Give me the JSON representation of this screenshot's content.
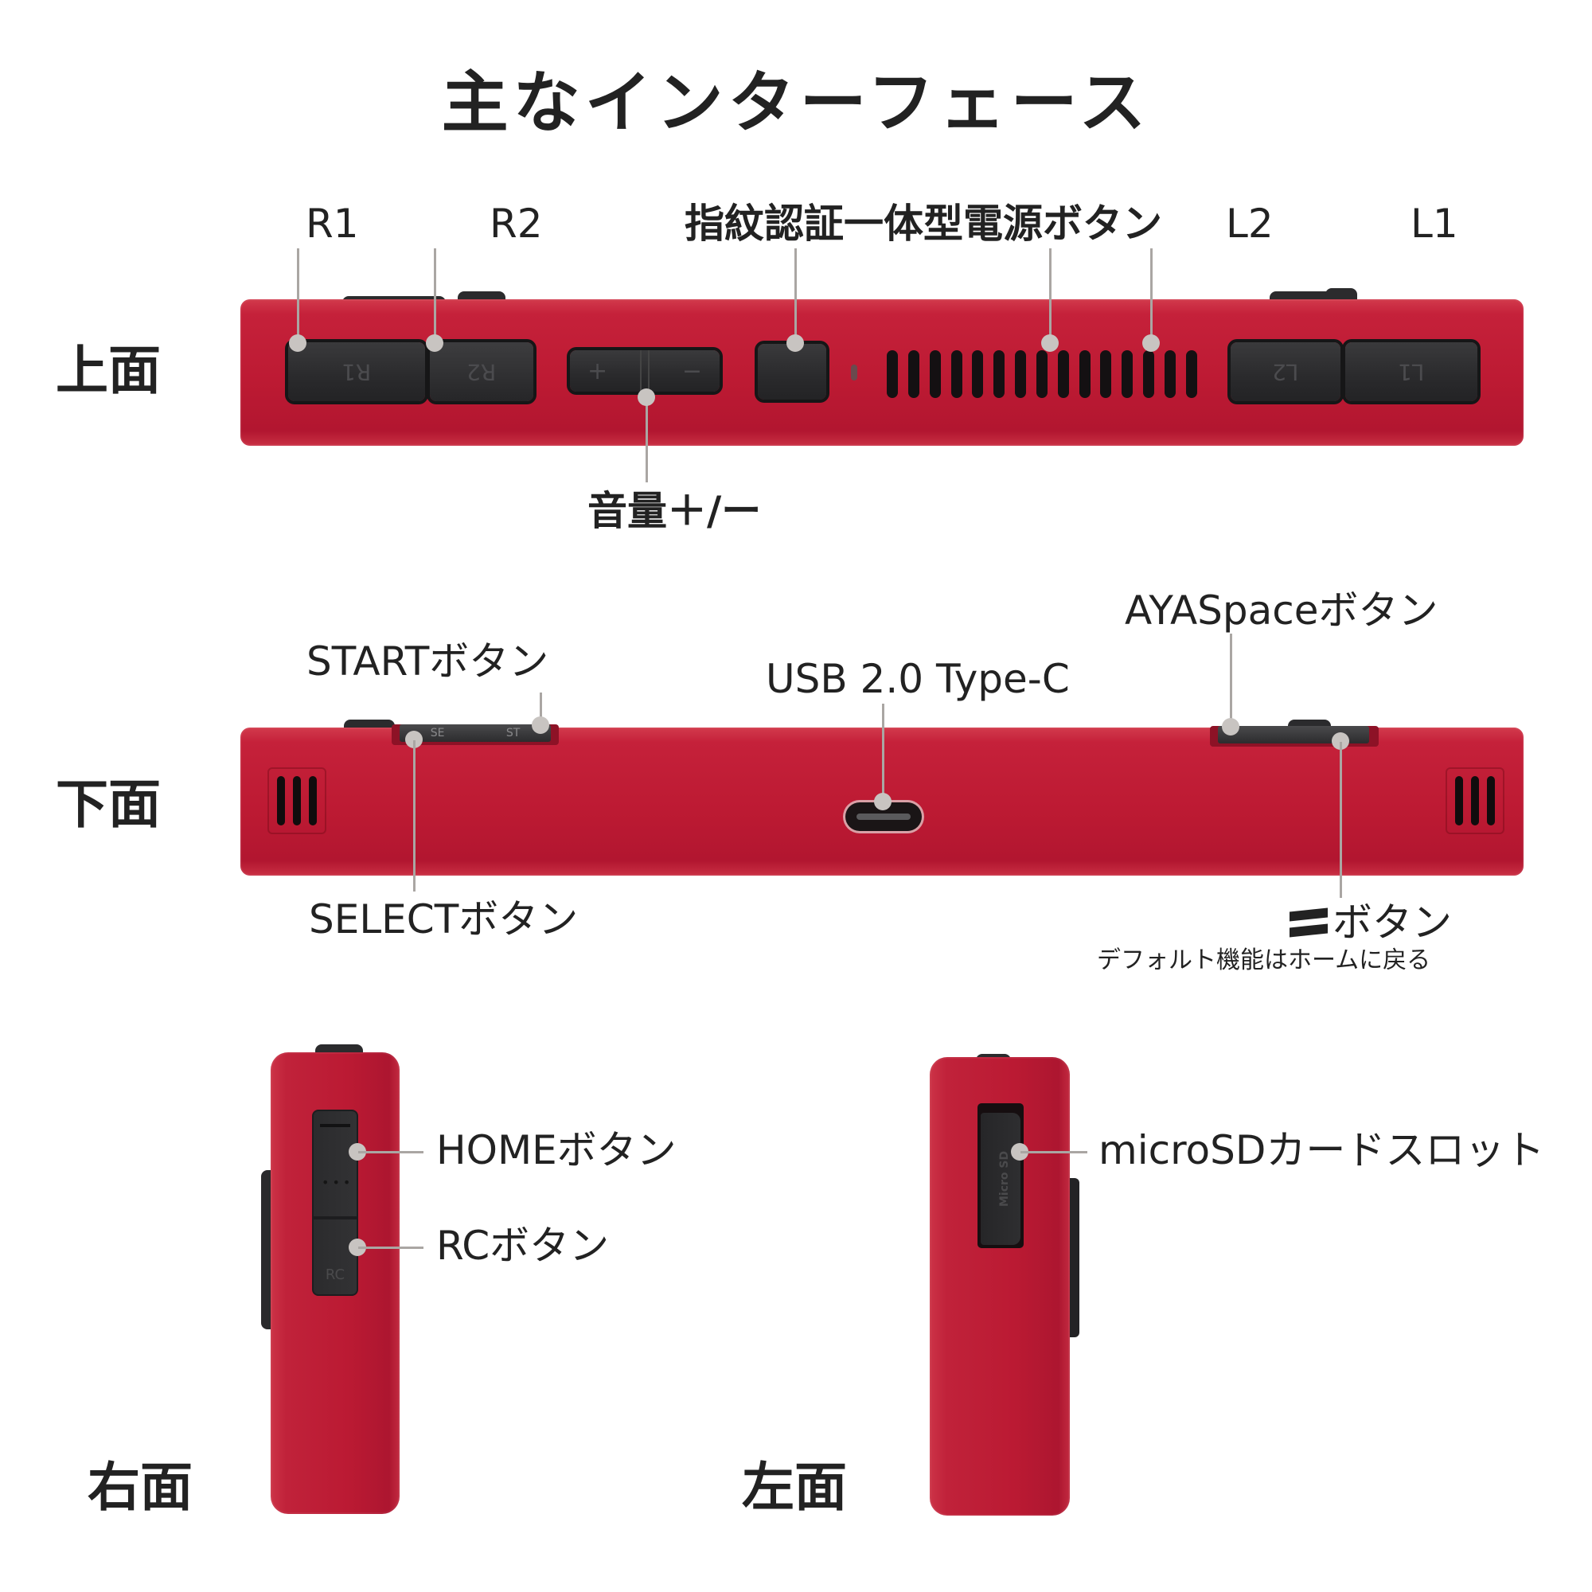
{
  "title": "主なインターフェース",
  "colors": {
    "body_red": "#bd1a33",
    "button_dark": "#2a2a2c",
    "leader_gray": "#aaa6a3",
    "text": "#222222"
  },
  "top_view": {
    "side_label": "上面",
    "labels": {
      "r1": "R1",
      "r2": "R2",
      "power": "指紋認証一体型電源ボタン",
      "l2": "L2",
      "l1": "L1",
      "volume": "音量＋/ー"
    },
    "button_marks": {
      "r1": "R1",
      "r2": "R2",
      "vol_plus": "+",
      "vol_minus": "−",
      "l2": "L2",
      "l1": "L1"
    },
    "vent_slots": 15
  },
  "bottom_view": {
    "side_label": "下面",
    "labels": {
      "start": "STARTボタン",
      "select": "SELECTボタン",
      "usb": "USB 2.0 Type-C",
      "ayaspace": "AYASpaceボタン",
      "menu": "ボタン",
      "menu_note": "デフォルト機能はホームに戻る"
    },
    "button_marks": {
      "se": "SE",
      "st": "ST"
    }
  },
  "right_view": {
    "side_label": "右面",
    "labels": {
      "home": "HOMEボタン",
      "rc": "RCボタン"
    },
    "button_marks": {
      "rc": "RC"
    }
  },
  "left_view": {
    "side_label": "左面",
    "labels": {
      "microsd": "microSDカードスロット"
    },
    "button_marks": {
      "microsd": "Micro SD"
    }
  }
}
